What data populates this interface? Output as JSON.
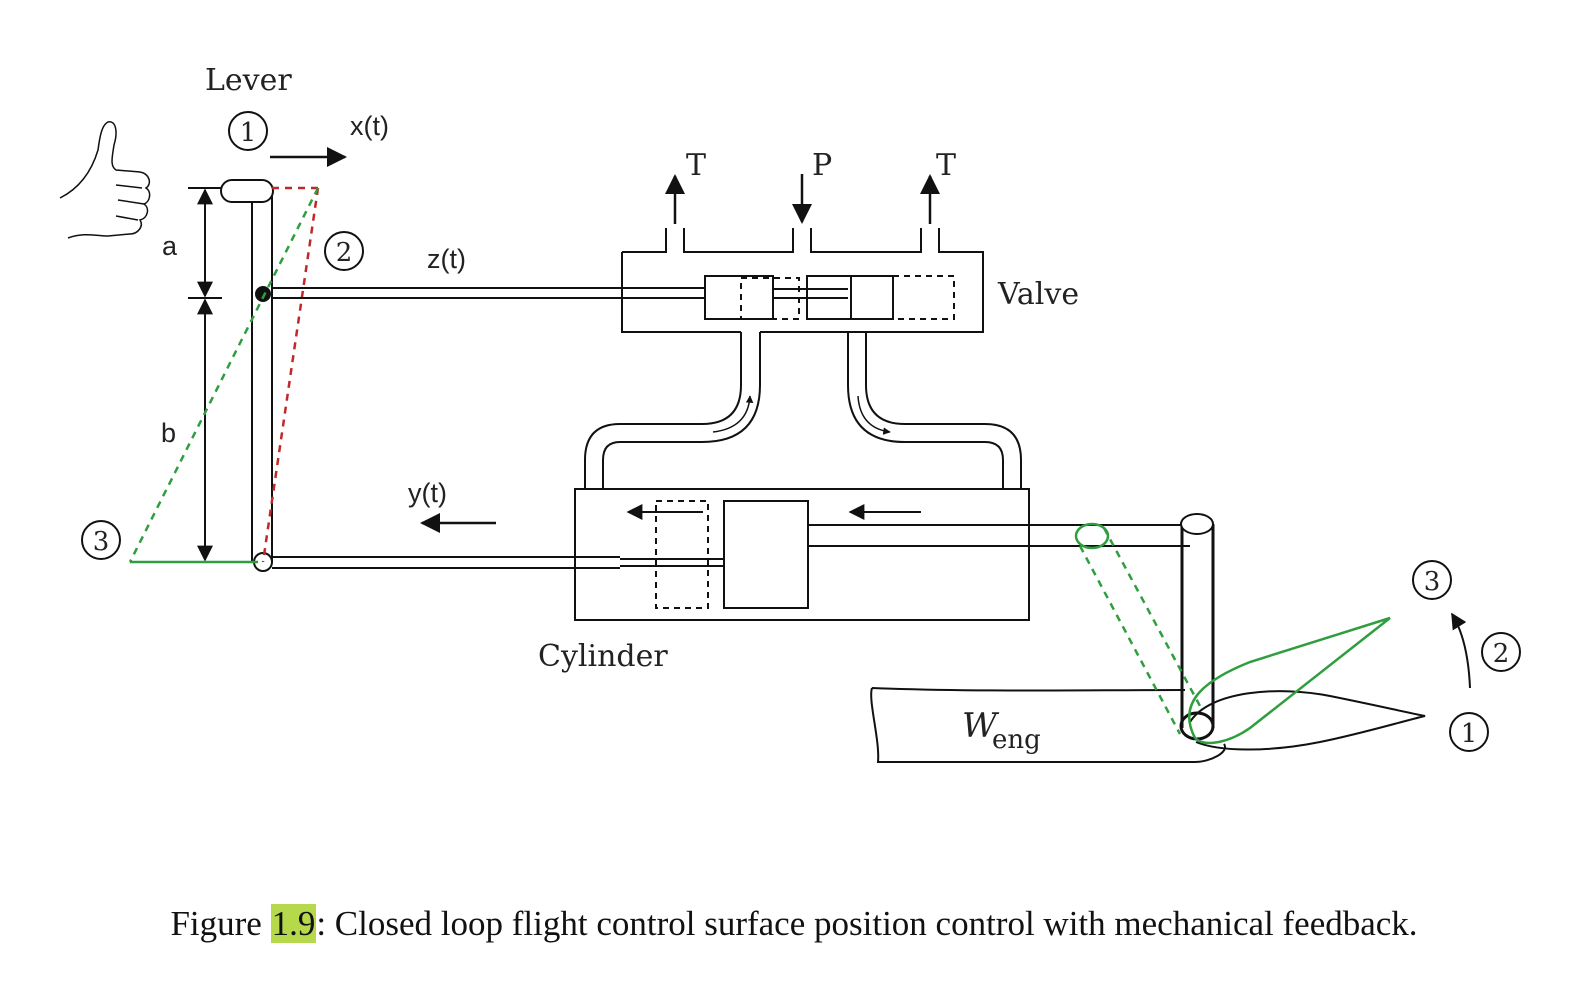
{
  "diagram": {
    "labels": {
      "lever": "Lever",
      "x_t": "x(t)",
      "z_t": "z(t)",
      "y_t": "y(t)",
      "a": "a",
      "b": "b",
      "valve": "Valve",
      "cylinder": "Cylinder",
      "port_t_left": "T",
      "port_p": "P",
      "port_t_right": "T",
      "weng_main": "W",
      "weng_sub": "eng"
    },
    "position_markers": {
      "lever_1": "1",
      "lever_2": "2",
      "lever_3": "3",
      "surface_1": "1",
      "surface_2": "2",
      "surface_3": "3"
    },
    "colors": {
      "line": "#111111",
      "green": "#2e9e3e",
      "red": "#c0282a",
      "caption_highlight": "#b5d94a"
    },
    "icons": [
      "thumbs-up-hand-icon"
    ]
  },
  "caption": {
    "prefix": "Figure ",
    "ref": "1.9",
    "text": ": Closed loop flight control surface position control with mechanical feedback."
  }
}
